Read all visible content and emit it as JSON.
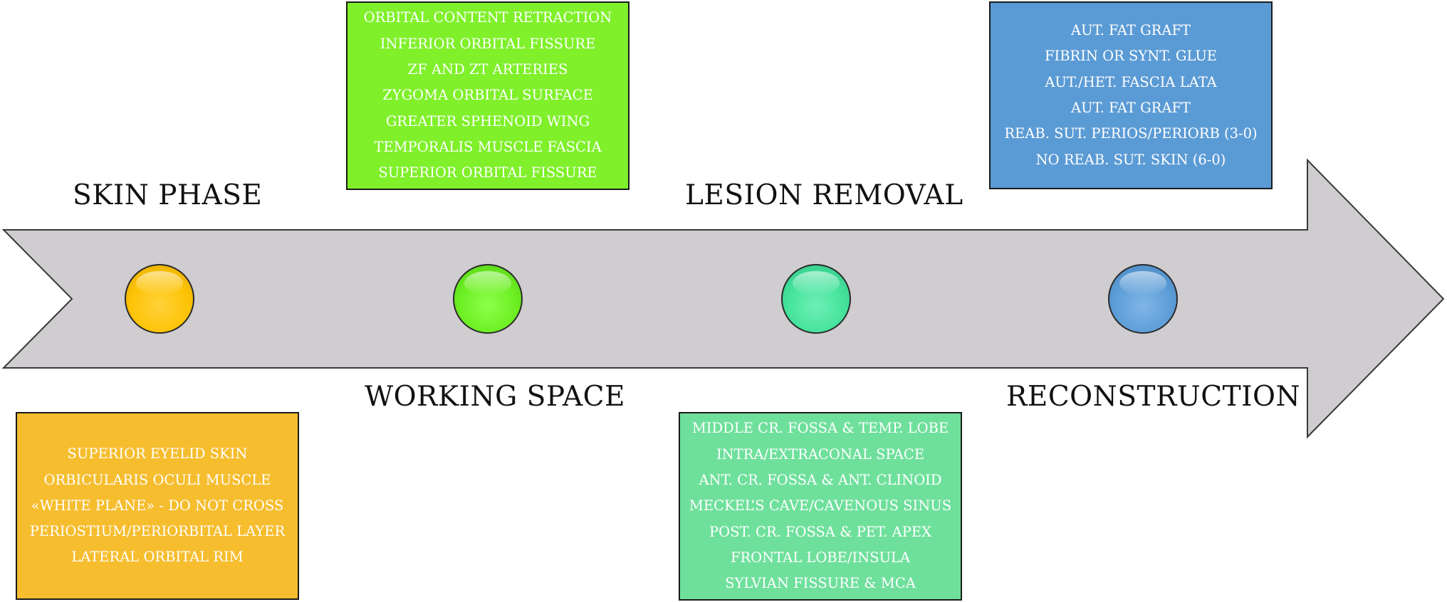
{
  "colors": {
    "arrow_fill": "#cfcdcf",
    "arrow_stroke": "#3a3a3a",
    "skin": "#f6bd2e",
    "working": "#7ff02a",
    "lesion": "#6fe09c",
    "reconstruction": "#5b9bd5",
    "dot_skin": "#fdc306",
    "dot_working": "#6cef22",
    "dot_lesion": "#44e29c",
    "dot_reconstruction": "#5d9dd7"
  },
  "phases": {
    "skin": {
      "label": "SKIN PHASE",
      "items": [
        "SUPERIOR EYELID SKIN",
        "ORBICULARIS OCULI MUSCLE",
        "«WHITE PLANE» - DO NOT CROSS",
        "PERIOSTIUM/PERIORBITAL LAYER",
        "LATERAL ORBITAL RIM"
      ]
    },
    "working": {
      "label": "WORKING SPACE",
      "items": [
        "ORBITAL CONTENT RETRACTION",
        "INFERIOR ORBITAL FISSURE",
        "ZF AND ZT ARTERIES",
        "ZYGOMA ORBITAL SURFACE",
        "GREATER SPHENOID WING",
        "TEMPORALIS MUSCLE FASCIA",
        "SUPERIOR ORBITAL FISSURE"
      ]
    },
    "lesion": {
      "label": "LESION REMOVAL",
      "items": [
        "MIDDLE CR. FOSSA & TEMP. LOBE",
        "INTRA/EXTRACONAL SPACE",
        "ANT. CR. FOSSA & ANT. CLINOID",
        "MECKEL’S CAVE/CAVENOUS SINUS",
        "POST. CR. FOSSA & PET. APEX",
        "FRONTAL LOBE/INSULA",
        "SYLVIAN FISSURE & MCA"
      ]
    },
    "reconstruction": {
      "label": "RECONSTRUCTION",
      "items": [
        "AUT. FAT GRAFT",
        "FIBRIN OR SYNT. GLUE",
        "AUT./HET. FASCIA LATA",
        "AUT. FAT GRAFT",
        "REAB. SUT. PERIOS/PERIORB (3-0)",
        "NO REAB. SUT. SKIN (6-0)"
      ]
    }
  }
}
